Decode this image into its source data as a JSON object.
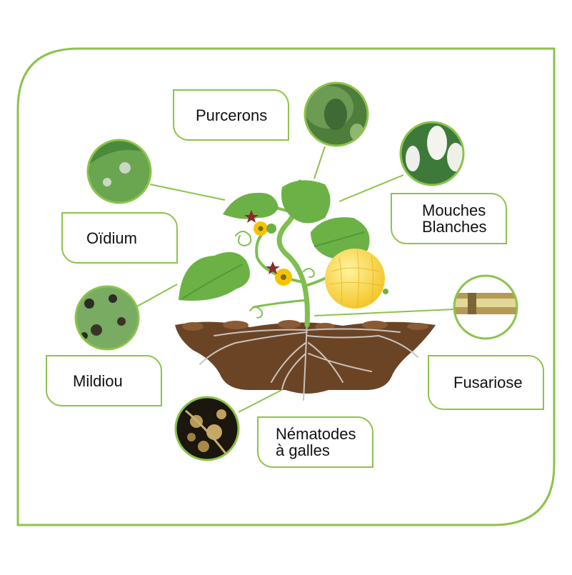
{
  "diagram": {
    "colors": {
      "frame": "#8cc34a",
      "leaf": "#6cb146",
      "leaf_dark": "#4f9a3a",
      "stem": "#7ebf4e",
      "soil": "#6b4426",
      "root": "#c9c3bb",
      "flower": "#f5c400",
      "melon": "#f7d34a"
    },
    "labels": {
      "purcerons": "Purcerons",
      "mouches": "Mouches\nBlanches",
      "oidium": "Oïdium",
      "mildiou": "Mildiou",
      "fusariose": "Fusariose",
      "nematodes": "Nématodes\nà galles"
    },
    "photos": {
      "purcerons": "aphid-photo",
      "mouches": "whitefly-photo",
      "oidium": "powdery-mildew-leaf-photo",
      "mildiou": "downy-mildew-leaf-photo",
      "fusariose": "fusarium-stem-photo",
      "nematodes": "root-knot-galls-photo"
    }
  }
}
